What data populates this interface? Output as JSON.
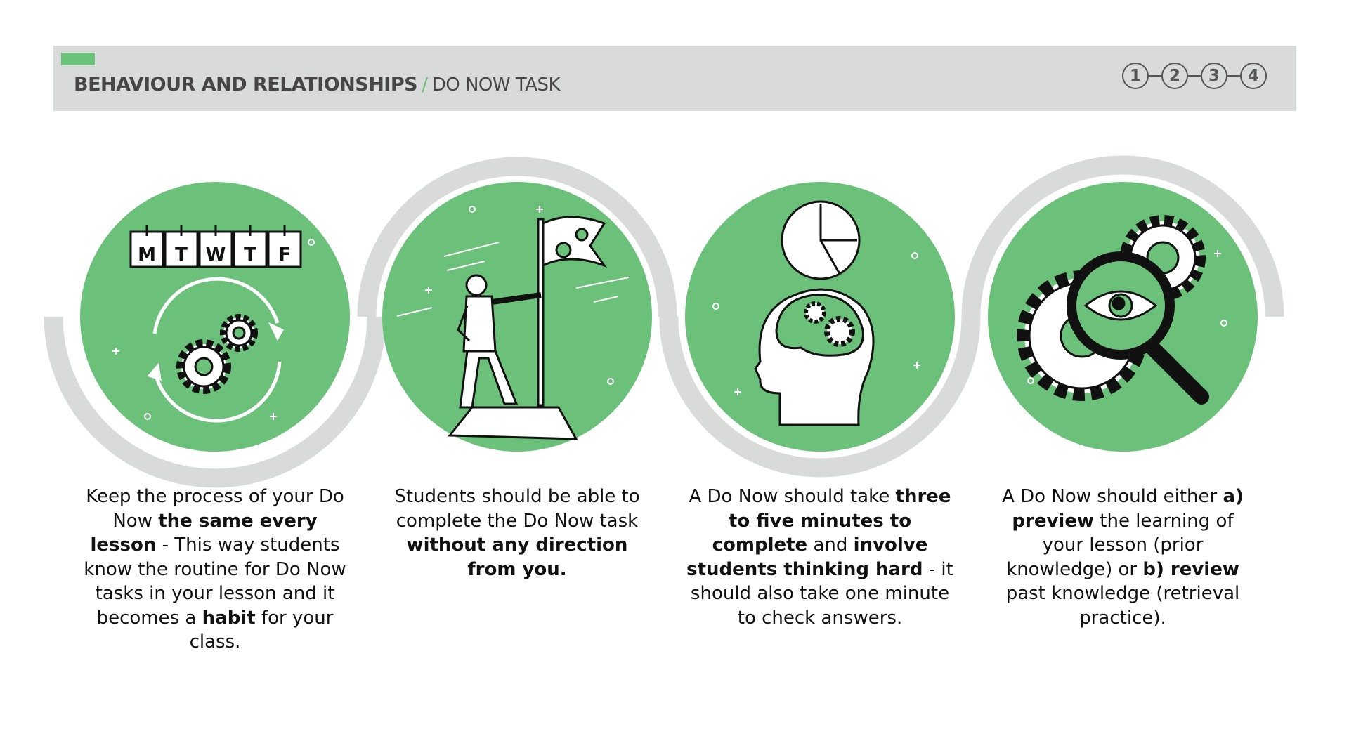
{
  "header": {
    "title": "BEHAVIOUR AND RELATIONSHIPS",
    "separator": "/",
    "subtitle": "DO NOW TASK",
    "steps": [
      "1",
      "2",
      "3",
      "4"
    ]
  },
  "colors": {
    "green": "#6cc17a",
    "gray": "#d9dbda",
    "text": "#464646"
  },
  "calendar_days": [
    "M",
    "T",
    "W",
    "T",
    "F"
  ],
  "cards": [
    {
      "icon": "routine-gears-icon",
      "parts": [
        [
          "Keep the process of your Do Now ",
          false
        ],
        [
          "the same every lesson",
          true
        ],
        [
          " - This way students know the routine for Do Now tasks in your lesson and it becomes a ",
          false
        ],
        [
          "habit",
          true
        ],
        [
          " for your class.",
          false
        ]
      ]
    },
    {
      "icon": "flag-on-summit-icon",
      "parts": [
        [
          "Students should be able to complete the Do Now task ",
          false
        ],
        [
          "without any direction from you.",
          true
        ]
      ]
    },
    {
      "icon": "clock-and-brain-icon",
      "parts": [
        [
          "A Do Now should take ",
          false
        ],
        [
          "three to five minutes to complete",
          true
        ],
        [
          " and ",
          false
        ],
        [
          "involve students thinking hard",
          true
        ],
        [
          " - it should also take one minute to check answers.",
          false
        ]
      ]
    },
    {
      "icon": "magnifier-eye-gears-icon",
      "parts": [
        [
          "A Do Now should either ",
          false
        ],
        [
          "a) preview",
          true
        ],
        [
          " the learning of your lesson (prior knowledge) or ",
          false
        ],
        [
          "b) review",
          true
        ],
        [
          " past knowledge (retrieval practice).",
          false
        ]
      ]
    }
  ]
}
